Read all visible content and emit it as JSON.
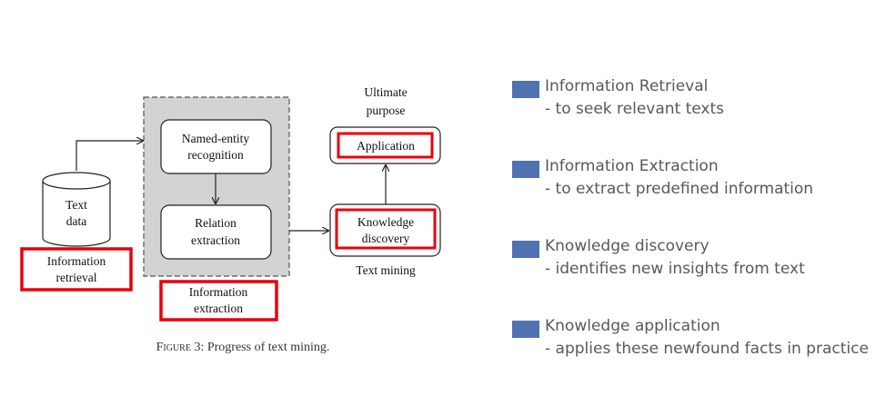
{
  "diagram": {
    "text_data": [
      "Text",
      "data"
    ],
    "named_entity": [
      "Named-entity",
      "recognition"
    ],
    "relation_extraction": [
      "Relation",
      "extraction"
    ],
    "ultimate_purpose": [
      "Ultimate",
      "purpose"
    ],
    "application": "Application",
    "knowledge_discovery": [
      "Knowledge",
      "discovery"
    ],
    "text_mining": "Text mining",
    "information_retrieval": [
      "Information",
      "retrieval"
    ],
    "information_extraction": [
      "Information",
      "extraction"
    ],
    "caption_figure": "Figure 3",
    "caption_text": ": Progress of text mining.",
    "colors": {
      "highlight": "#e8000b",
      "dashed_fill": "#d3d3d3",
      "legend_swatch": "#4f72b0"
    }
  },
  "legend": [
    {
      "title": "Information Retrieval",
      "desc": "- to seek relevant texts"
    },
    {
      "title": "Information Extraction",
      "desc": "- to extract predefined information"
    },
    {
      "title": "Knowledge discovery",
      "desc": "- identifies new insights from text"
    },
    {
      "title": "Knowledge application",
      "desc": "- applies these newfound facts in practice"
    }
  ]
}
